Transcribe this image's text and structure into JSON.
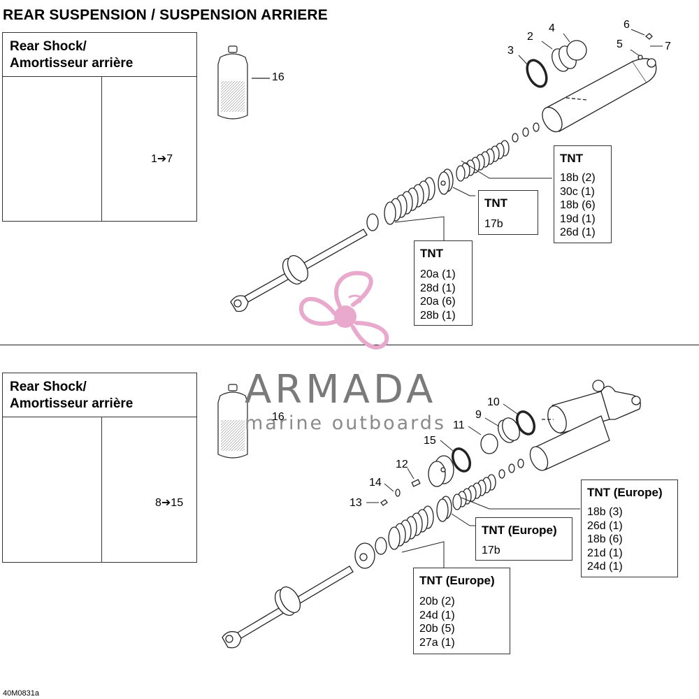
{
  "title": "REAR SUSPENSION / SUSPENSION ARRIERE",
  "code": "40M0831a",
  "watermark": {
    "brand": "ARMADA",
    "tagline": "marine outboards",
    "color": "#e8a9cd"
  },
  "top": {
    "panel": {
      "line1": "Rear Shock/",
      "line2": "Amortisseur arrière",
      "ref": "1➔7"
    },
    "labels": {
      "n16": "16",
      "n2": "2",
      "n3": "3",
      "n4": "4",
      "n5": "5",
      "n6": "6",
      "n7": "7"
    },
    "box_a": {
      "title": "TNT",
      "lines": [
        "18b (2)",
        "30c (1)",
        "18b (6)",
        "19d (1)",
        "26d (1)"
      ]
    },
    "box_b": {
      "title": "TNT",
      "lines": [
        "17b"
      ]
    },
    "box_c": {
      "title": "TNT",
      "lines": [
        "20a (1)",
        "28d (1)",
        "20a (6)",
        "28b (1)"
      ]
    }
  },
  "bottom": {
    "panel": {
      "line1": "Rear Shock/",
      "line2": "Amortisseur arrière",
      "ref": "8➔15"
    },
    "labels": {
      "n16": "16",
      "n9": "9",
      "n10": "10",
      "n11": "11",
      "n12": "12",
      "n13": "13",
      "n14": "14",
      "n15": "15"
    },
    "box_a": {
      "title": "TNT (Europe)",
      "lines": [
        "18b (3)",
        "26d (1)",
        "18b (6)",
        "21d (1)",
        "24d (1)"
      ]
    },
    "box_b": {
      "title": "TNT (Europe)",
      "lines": [
        "17b"
      ]
    },
    "box_c": {
      "title": "TNT (Europe)",
      "lines": [
        "20b (2)",
        "24d (1)",
        "20b (5)",
        "27a (1)"
      ]
    }
  }
}
